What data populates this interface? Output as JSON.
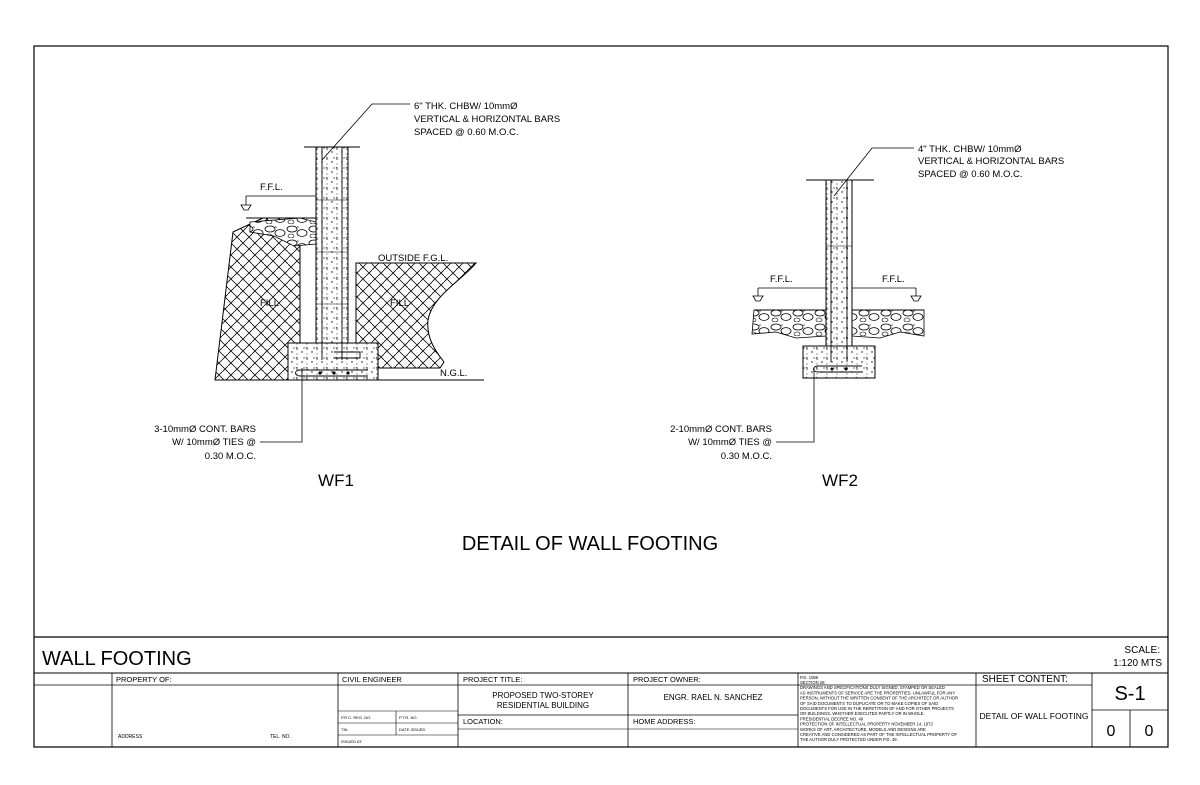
{
  "drawing": {
    "main_title": "DETAIL OF WALL FOOTING",
    "wf1": {
      "label": "WF1",
      "wall_note": [
        "6\" THK. CHBW/ 10mmØ",
        "VERTICAL & HORIZONTAL BARS",
        "SPACED @ 0.60 M.O.C."
      ],
      "ffl": "F.F.L.",
      "outside_fgl": "OUTSIDE F.G.L.",
      "fill_left": "FILL",
      "fill_right": "FILL",
      "ngl": "N.G.L.",
      "bars_note": [
        "3-10mmØ CONT. BARS",
        "W/ 10mmØ TIES @",
        "0.30 M.O.C."
      ]
    },
    "wf2": {
      "label": "WF2",
      "wall_note": [
        "4\" THK. CHBW/ 10mmØ",
        "VERTICAL & HORIZONTAL BARS",
        "SPACED @ 0.60 M.O.C."
      ],
      "ffl_left": "F.F.L.",
      "ffl_right": "F.F.L.",
      "bars_note": [
        "2-10mmØ CONT. BARS",
        "W/ 10mmØ TIES @",
        "0.30 M.O.C."
      ]
    }
  },
  "title_block": {
    "sheet_name": "WALL FOOTING",
    "scale_label": "SCALE:",
    "scale_value": "1:120 MTS",
    "property_of": "PROPERTY OF:",
    "address": "ADDRESS",
    "tel_no": "TEL. NO.",
    "civil_engineer": "CIVIL ENGINEER",
    "prc_reg_no": "P.R.C. REG. NO.",
    "ptr_no": "P.T.R. NO.",
    "tin": "TIN",
    "date_issued": "DATE ISSUED",
    "issued_at": "ISSUED AT:",
    "project_title_label": "PROJECT TITLE:",
    "project_title": [
      "PROPOSED TWO-STOREY",
      "RESIDENTIAL BUILDING"
    ],
    "location_label": "LOCATION:",
    "project_owner_label": "PROJECT OWNER:",
    "project_owner": "ENGR. RAEL N. SANCHEZ",
    "home_address_label": "HOME ADDRESS:",
    "legal_note": [
      "P.D. 1096",
      "SECTION 26:",
      "    DRAWINGS AND SPECIFICATIONS DULY SIGNED, STAMPED OR SEALED",
      "AS INSTRUMENTS OF SERVICE ARE THE PROPERTIES. UNLAWFUL FOR ANY",
      "PERSON, WITHOUT THE WRITTEN CONSENT OF THE ARCHITECT OR AUTHOR",
      "OF SAID DOCUMENTS TO DUPLICATE OR TO MAKE COPIES OF SAID",
      "DOCUMENTS FOR USE IN THE REPETITION OF AND FOR OTHER PROJECTS",
      "OR BUILDINGS, WHETHER EXECUTED PARTLY OR IN WHOLE.",
      "PRESIDENTIAL DECREE NO. 49",
      "PROTECTION OF INTELLECTUAL PROPERTY NOVEMBER 14, 1972",
      "    WORKS OF ART, ARCHITECTURE, MODELS AND DESIGNS ARE",
      "CREATIVE AND CONSIDERED AS PART OF THE INTELLECTUAL PROPERTY OF",
      "THE AUTHOR DULY PROTECTED UNDER P.D. 49."
    ],
    "sheet_content_label": "SHEET CONTENT:",
    "sheet_content": "DETAIL OF WALL FOOTING",
    "sheet_no": "S-1",
    "sheet_sub_a": "0",
    "sheet_sub_b": "0"
  }
}
